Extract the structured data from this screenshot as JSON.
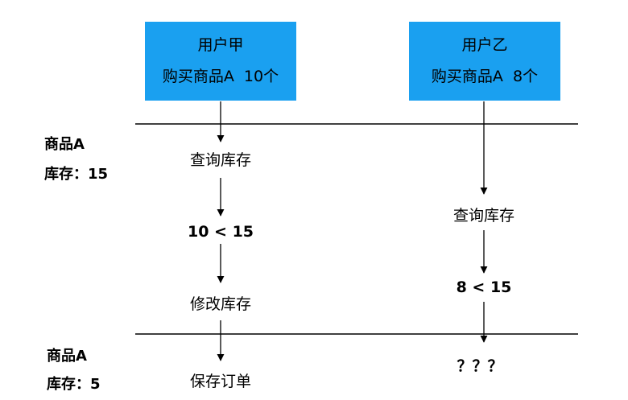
{
  "user_a": {
    "name": "用户甲",
    "action": "购买商品A  10个"
  },
  "user_b": {
    "name": "用户乙",
    "action": "购买商品A  8个"
  },
  "stock_before": {
    "title": "商品A",
    "value": "库存：15"
  },
  "stock_after": {
    "title": "商品A",
    "value": "库存：5"
  },
  "flow_a": {
    "query": "查询库存",
    "compare": "10 < 15",
    "modify": "修改库存",
    "save": "保存订单"
  },
  "flow_b": {
    "query": "查询库存",
    "compare": "8 < 15",
    "result": "？？？"
  },
  "colors": {
    "box": "#1aa0f0",
    "line": "#000000"
  }
}
